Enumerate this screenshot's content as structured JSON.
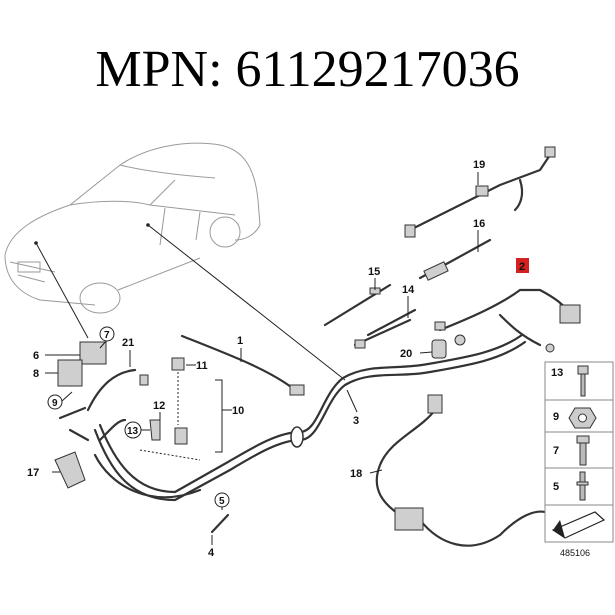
{
  "title": "MPN: 61129217036",
  "diagram_ref": "485106",
  "labels": {
    "l1": "1",
    "l2": "2",
    "l3": "3",
    "l4": "4",
    "l5": "5",
    "l6": "6",
    "l7": "7",
    "l8": "8",
    "l9": "9",
    "l10": "10",
    "l11": "11",
    "l12": "12",
    "l13": "13",
    "l14": "14",
    "l15": "15",
    "l16": "16",
    "l17": "17",
    "l18": "18",
    "l19": "19",
    "l20": "20",
    "l21": "21"
  },
  "legend": [
    {
      "number": "13",
      "icon": "pin-clip-icon"
    },
    {
      "number": "9",
      "icon": "nut-icon"
    },
    {
      "number": "7",
      "icon": "bolt-icon"
    },
    {
      "number": "5",
      "icon": "stud-icon"
    }
  ],
  "highlight_color": "#d42020"
}
